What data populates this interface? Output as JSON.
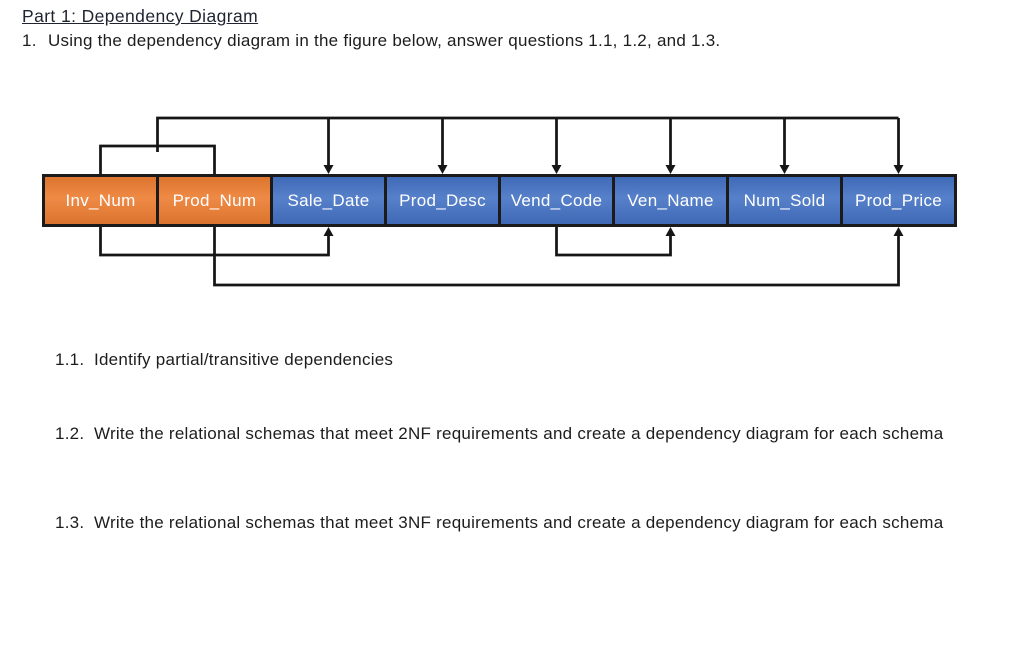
{
  "page": {
    "title": "Part 1: Dependency Diagram",
    "instruction_number": "1.",
    "instruction": "Using the dependency diagram in the figure below, answer questions 1.1, 1.2, and 1.3."
  },
  "diagram": {
    "fields": [
      {
        "name": "Inv_Num",
        "role": "key"
      },
      {
        "name": "Prod_Num",
        "role": "key"
      },
      {
        "name": "Sale_Date",
        "role": "attribute"
      },
      {
        "name": "Prod_Desc",
        "role": "attribute"
      },
      {
        "name": "Vend_Code",
        "role": "attribute"
      },
      {
        "name": "Ven_Name",
        "role": "attribute"
      },
      {
        "name": "Num_Sold",
        "role": "attribute"
      },
      {
        "name": "Prod_Price",
        "role": "attribute"
      }
    ],
    "colors": {
      "key_fill": "#ED7D31",
      "attribute_fill": "#4472C4",
      "line": "#161616",
      "label_text": "#FFFFFF"
    },
    "full_key_dependency": {
      "sources": [
        "Inv_Num",
        "Prod_Num"
      ],
      "targets": [
        "Sale_Date",
        "Prod_Desc",
        "Vend_Code",
        "Ven_Name",
        "Num_Sold",
        "Prod_Price"
      ]
    },
    "partial_transitive_dependencies": [
      {
        "from": "Inv_Num",
        "to": "Sale_Date",
        "lane": 1
      },
      {
        "from": "Prod_Num",
        "to": "Prod_Price",
        "lane": 2
      },
      {
        "from": "Vend_Code",
        "to": "Ven_Name",
        "lane": 1
      }
    ]
  },
  "questions": [
    {
      "number": "1.1.",
      "text": "Identify partial/transitive dependencies"
    },
    {
      "number": "1.2.",
      "text": "Write the relational schemas that meet 2NF requirements and create a dependency diagram for each schema"
    },
    {
      "number": "1.3.",
      "text": "Write the relational schemas that meet 3NF requirements and create a dependency diagram for each schema"
    }
  ]
}
